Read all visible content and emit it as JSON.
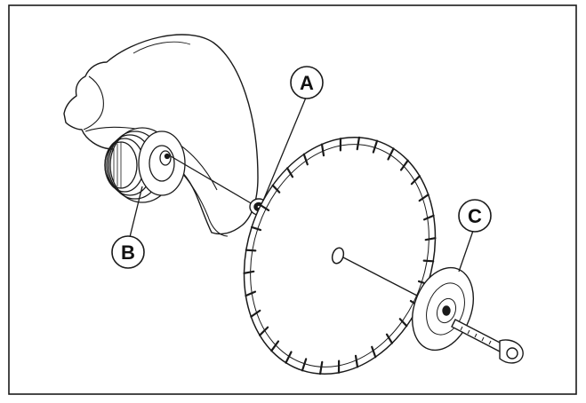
{
  "diagram": {
    "callouts": [
      {
        "id": "A",
        "label": "A"
      },
      {
        "id": "B",
        "label": "B"
      },
      {
        "id": "C",
        "label": "C"
      }
    ]
  },
  "colors": {
    "line": "#1a1a1a",
    "background": "#ffffff"
  }
}
